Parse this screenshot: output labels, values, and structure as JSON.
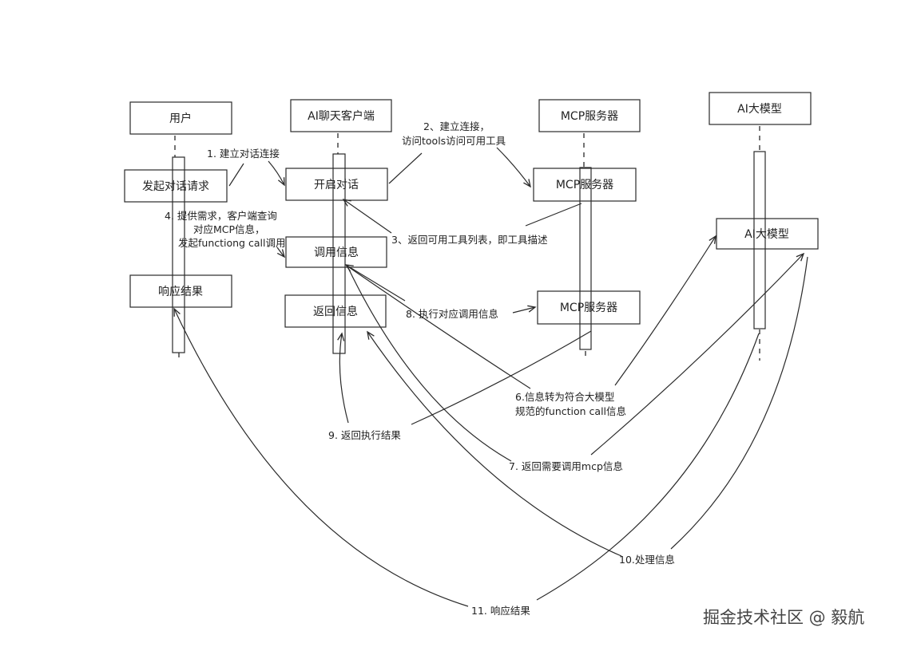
{
  "colors": {
    "user": "#fbe0e0",
    "client": "#dcecfb",
    "mcp": "#dff5e3",
    "model": "#fbf8d8",
    "ink": "#2a2a2a"
  },
  "lanes": {
    "user": "用户",
    "client": "AI聊天客户端",
    "mcp": "MCP服务器",
    "model": "AI大模型"
  },
  "boxes": {
    "start_request": "发起对话请求",
    "open_chat": "开启对话",
    "mcp_server_1": "MCP服务器",
    "ai_model": "AI大模型",
    "invoke_info": "调用信息",
    "response_result": "响应结果",
    "return_info": "返回信息",
    "mcp_server_2": "MCP服务器"
  },
  "steps": {
    "s1": "1. 建立对话连接",
    "s2_l1": "2、建立连接，",
    "s2_l2": "访问tools访问可用工具",
    "s3": "3、返回可用工具列表，即工具描述",
    "s4_l1": "4. 提供需求，客户端查询",
    "s4_l2": "对应MCP信息，",
    "s4_l3": "发起functiong call调用",
    "s6_l1": "6.信息转为符合大模型",
    "s6_l2": "规范的function call信息",
    "s7": "7. 返回需要调用mcp信息",
    "s8": "8. 执行对应调用信息",
    "s9": "9. 返回执行结果",
    "s10": "10.处理信息",
    "s11": "11. 响应结果"
  },
  "watermark": "掘金技术社区 @ 毅航"
}
